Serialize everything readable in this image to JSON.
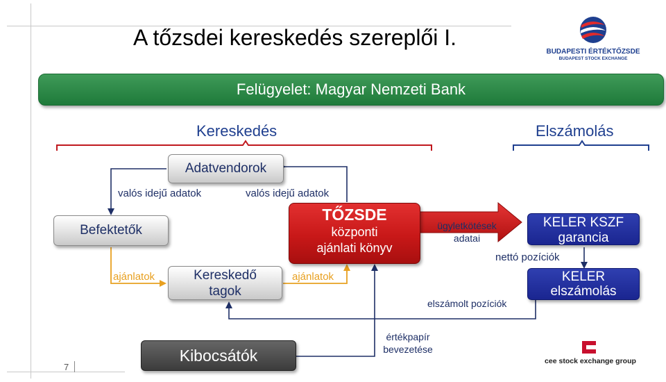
{
  "slide": {
    "title": "A tőzsdei kereskedés szereplői I.",
    "page_number": "7"
  },
  "logos": {
    "bet_line1": "BUDAPESTI ÉRTÉKTŐZSDE",
    "bet_line2": "BUDAPEST STOCK EXCHANGE",
    "ceeseg": "cee stock exchange group"
  },
  "banner": {
    "text": "Felügyelet: Magyar Nemzeti Bank"
  },
  "sections": {
    "trading": "Kereskedés",
    "clearing": "Elszámolás"
  },
  "nodes": {
    "data_vendors": "Adatvendorok",
    "investors": "Befektetők",
    "members_line1": "Kereskedő",
    "members_line2": "tagok",
    "exchange_line1": "TŐZSDE",
    "exchange_line2": "központi",
    "exchange_line3": "ajánlati könyv",
    "keler_ksz_line1": "KELER KSZF",
    "keler_ksz_line2": "garancia",
    "keler_line1": "KELER",
    "keler_line2": "elszámolás",
    "issuers": "Kibocsátók"
  },
  "edges": {
    "realtime_left": "valós idejű adatok",
    "realtime_right": "valós idejű adatok",
    "orders_left": "ajánlatok",
    "orders_right": "ajánlatok",
    "trade_data_line1": "ügyletkötések",
    "trade_data_line2": "adatai",
    "net_positions": "nettó pozíciók",
    "cleared_positions": "elszámolt pozíciók",
    "listing_line1": "értékpapír",
    "listing_line2": "bevezetése"
  },
  "colors": {
    "green_banner": "#2b8a46",
    "exchange_red": "#c81818",
    "keler_blue": "#1a2590",
    "label_blue": "#1e2f66",
    "orders_orange": "#e8a020"
  }
}
